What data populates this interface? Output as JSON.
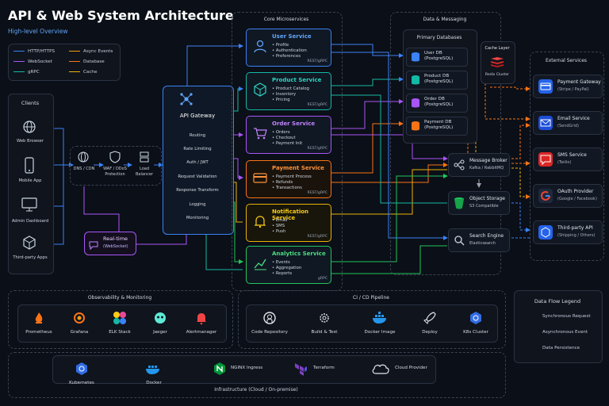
{
  "header": {
    "title": "API & Web System Architecture",
    "subtitle": "High-level Overview"
  },
  "legend_top": [
    {
      "label": "HTTP/HTTPS",
      "color": "#3b82f6"
    },
    {
      "label": "Async Events",
      "color": "#f59e0b"
    },
    {
      "label": "WebSocket",
      "color": "#a855f7"
    },
    {
      "label": "Database",
      "color": "#f97316"
    },
    {
      "label": "gRPC",
      "color": "#14b8a6"
    },
    {
      "label": "Cache",
      "color": "#eab308"
    }
  ],
  "clients": {
    "title": "Clients",
    "items": [
      "Web Browser",
      "Mobile App",
      "Admin Dashboard",
      "Third-party Apps"
    ]
  },
  "edge": {
    "cdn": "DNS / CDN",
    "waf": "WAF / DDoS Protection",
    "lb": "Load Balancer"
  },
  "realtime": {
    "title": "Real-time",
    "sub": "(WebSocket)"
  },
  "gateway": {
    "title": "API Gateway",
    "items": [
      "Routing",
      "Rate Limiting",
      "Auth / JWT",
      "Request Validation",
      "Response Transform",
      "Logging",
      "Monitoring"
    ]
  },
  "microservices": {
    "section_title": "Core Microservices",
    "services": [
      {
        "name": "User Service",
        "items": [
          "Profile",
          "Authentication",
          "Preferences"
        ],
        "tag": "REST/gRPC",
        "color": "#3b82f6"
      },
      {
        "name": "Product Service",
        "items": [
          "Product Catalog",
          "Inventory",
          "Pricing"
        ],
        "tag": "REST/gRPC",
        "color": "#14b8a6"
      },
      {
        "name": "Order Service",
        "items": [
          "Orders",
          "Checkout",
          "Payment Init"
        ],
        "tag": "REST/gRPC",
        "color": "#a855f7"
      },
      {
        "name": "Payment Service",
        "items": [
          "Payment Process",
          "Refunds",
          "Transactions"
        ],
        "tag": "REST/gRPC",
        "color": "#f97316"
      },
      {
        "name": "Notification Service",
        "items": [
          "Email",
          "SMS",
          "Push"
        ],
        "tag": "REST/gRPC",
        "color": "#eab308"
      },
      {
        "name": "Analytics Service",
        "items": [
          "Events",
          "Aggregation",
          "Reports"
        ],
        "tag": "gRPC",
        "color": "#22c55e"
      }
    ]
  },
  "data": {
    "section_title": "Data & Messaging",
    "primary_title": "Primary Databases",
    "dbs": [
      {
        "name": "User DB",
        "engine": "(PostgreSQL)",
        "color": "#3b82f6"
      },
      {
        "name": "Product DB",
        "engine": "(PostgreSQL)",
        "color": "#14b8a6"
      },
      {
        "name": "Order DB",
        "engine": "(PostgreSQL)",
        "color": "#a855f7"
      },
      {
        "name": "Payment DB",
        "engine": "(PostgreSQL)",
        "color": "#f97316"
      }
    ],
    "cache": {
      "title": "Cache Layer",
      "name": "Redis Cluster"
    },
    "broker": {
      "name": "Message Broker",
      "sub": "Kafka / RabbitMQ"
    },
    "storage": {
      "name": "Object Storage",
      "sub": "S3 Compatible"
    },
    "search": {
      "name": "Search Engine",
      "sub": "Elasticsearch"
    }
  },
  "external": {
    "title": "External Services",
    "items": [
      {
        "name": "Payment Gateway",
        "sub": "(Stripe / PayPal)",
        "icon": "card-icon",
        "color": "#2563eb"
      },
      {
        "name": "Email Service",
        "sub": "(SendGrid)",
        "icon": "mail-icon",
        "color": "#1d4ed8"
      },
      {
        "name": "SMS Service",
        "sub": "(Twilio)",
        "icon": "sms-icon",
        "color": "#dc2626"
      },
      {
        "name": "OAuth Provider",
        "sub": "(Google / Facebook)",
        "icon": "google-icon",
        "color": "#334155"
      },
      {
        "name": "Third-party API",
        "sub": "(Shipping / Others)",
        "icon": "api-icon",
        "color": "#2563eb"
      }
    ]
  },
  "observability": {
    "title": "Observability & Monitoring",
    "tools": [
      "Prometheus",
      "Grafana",
      "ELK Stack",
      "Jaeger",
      "Alertmanager"
    ]
  },
  "cicd": {
    "title": "CI / CD Pipeline",
    "steps": [
      "Code Repository",
      "Build & Test",
      "Docker Image",
      "Deploy",
      "K8s Cluster"
    ]
  },
  "flow_legend": {
    "title": "Data Flow Legend",
    "items": [
      "Synchronous Request",
      "Asynchronous Event",
      "Data Persistence"
    ]
  },
  "infrastructure": {
    "title": "Infrastructure (Cloud / On-premise)",
    "items": [
      "Kubernetes",
      "Docker",
      "NGINX Ingress",
      "Terraform",
      "Cloud Provider"
    ]
  }
}
